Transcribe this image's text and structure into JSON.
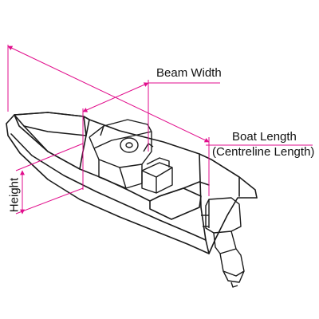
{
  "labels": {
    "beam_width": "Beam Width",
    "boat_length_line1": "Boat Length",
    "boat_length_line2": "(Centreline Length)",
    "height": "Height"
  },
  "colors": {
    "dimension_line": "#e10e8c",
    "boat_outline": "#1a1a1a"
  }
}
